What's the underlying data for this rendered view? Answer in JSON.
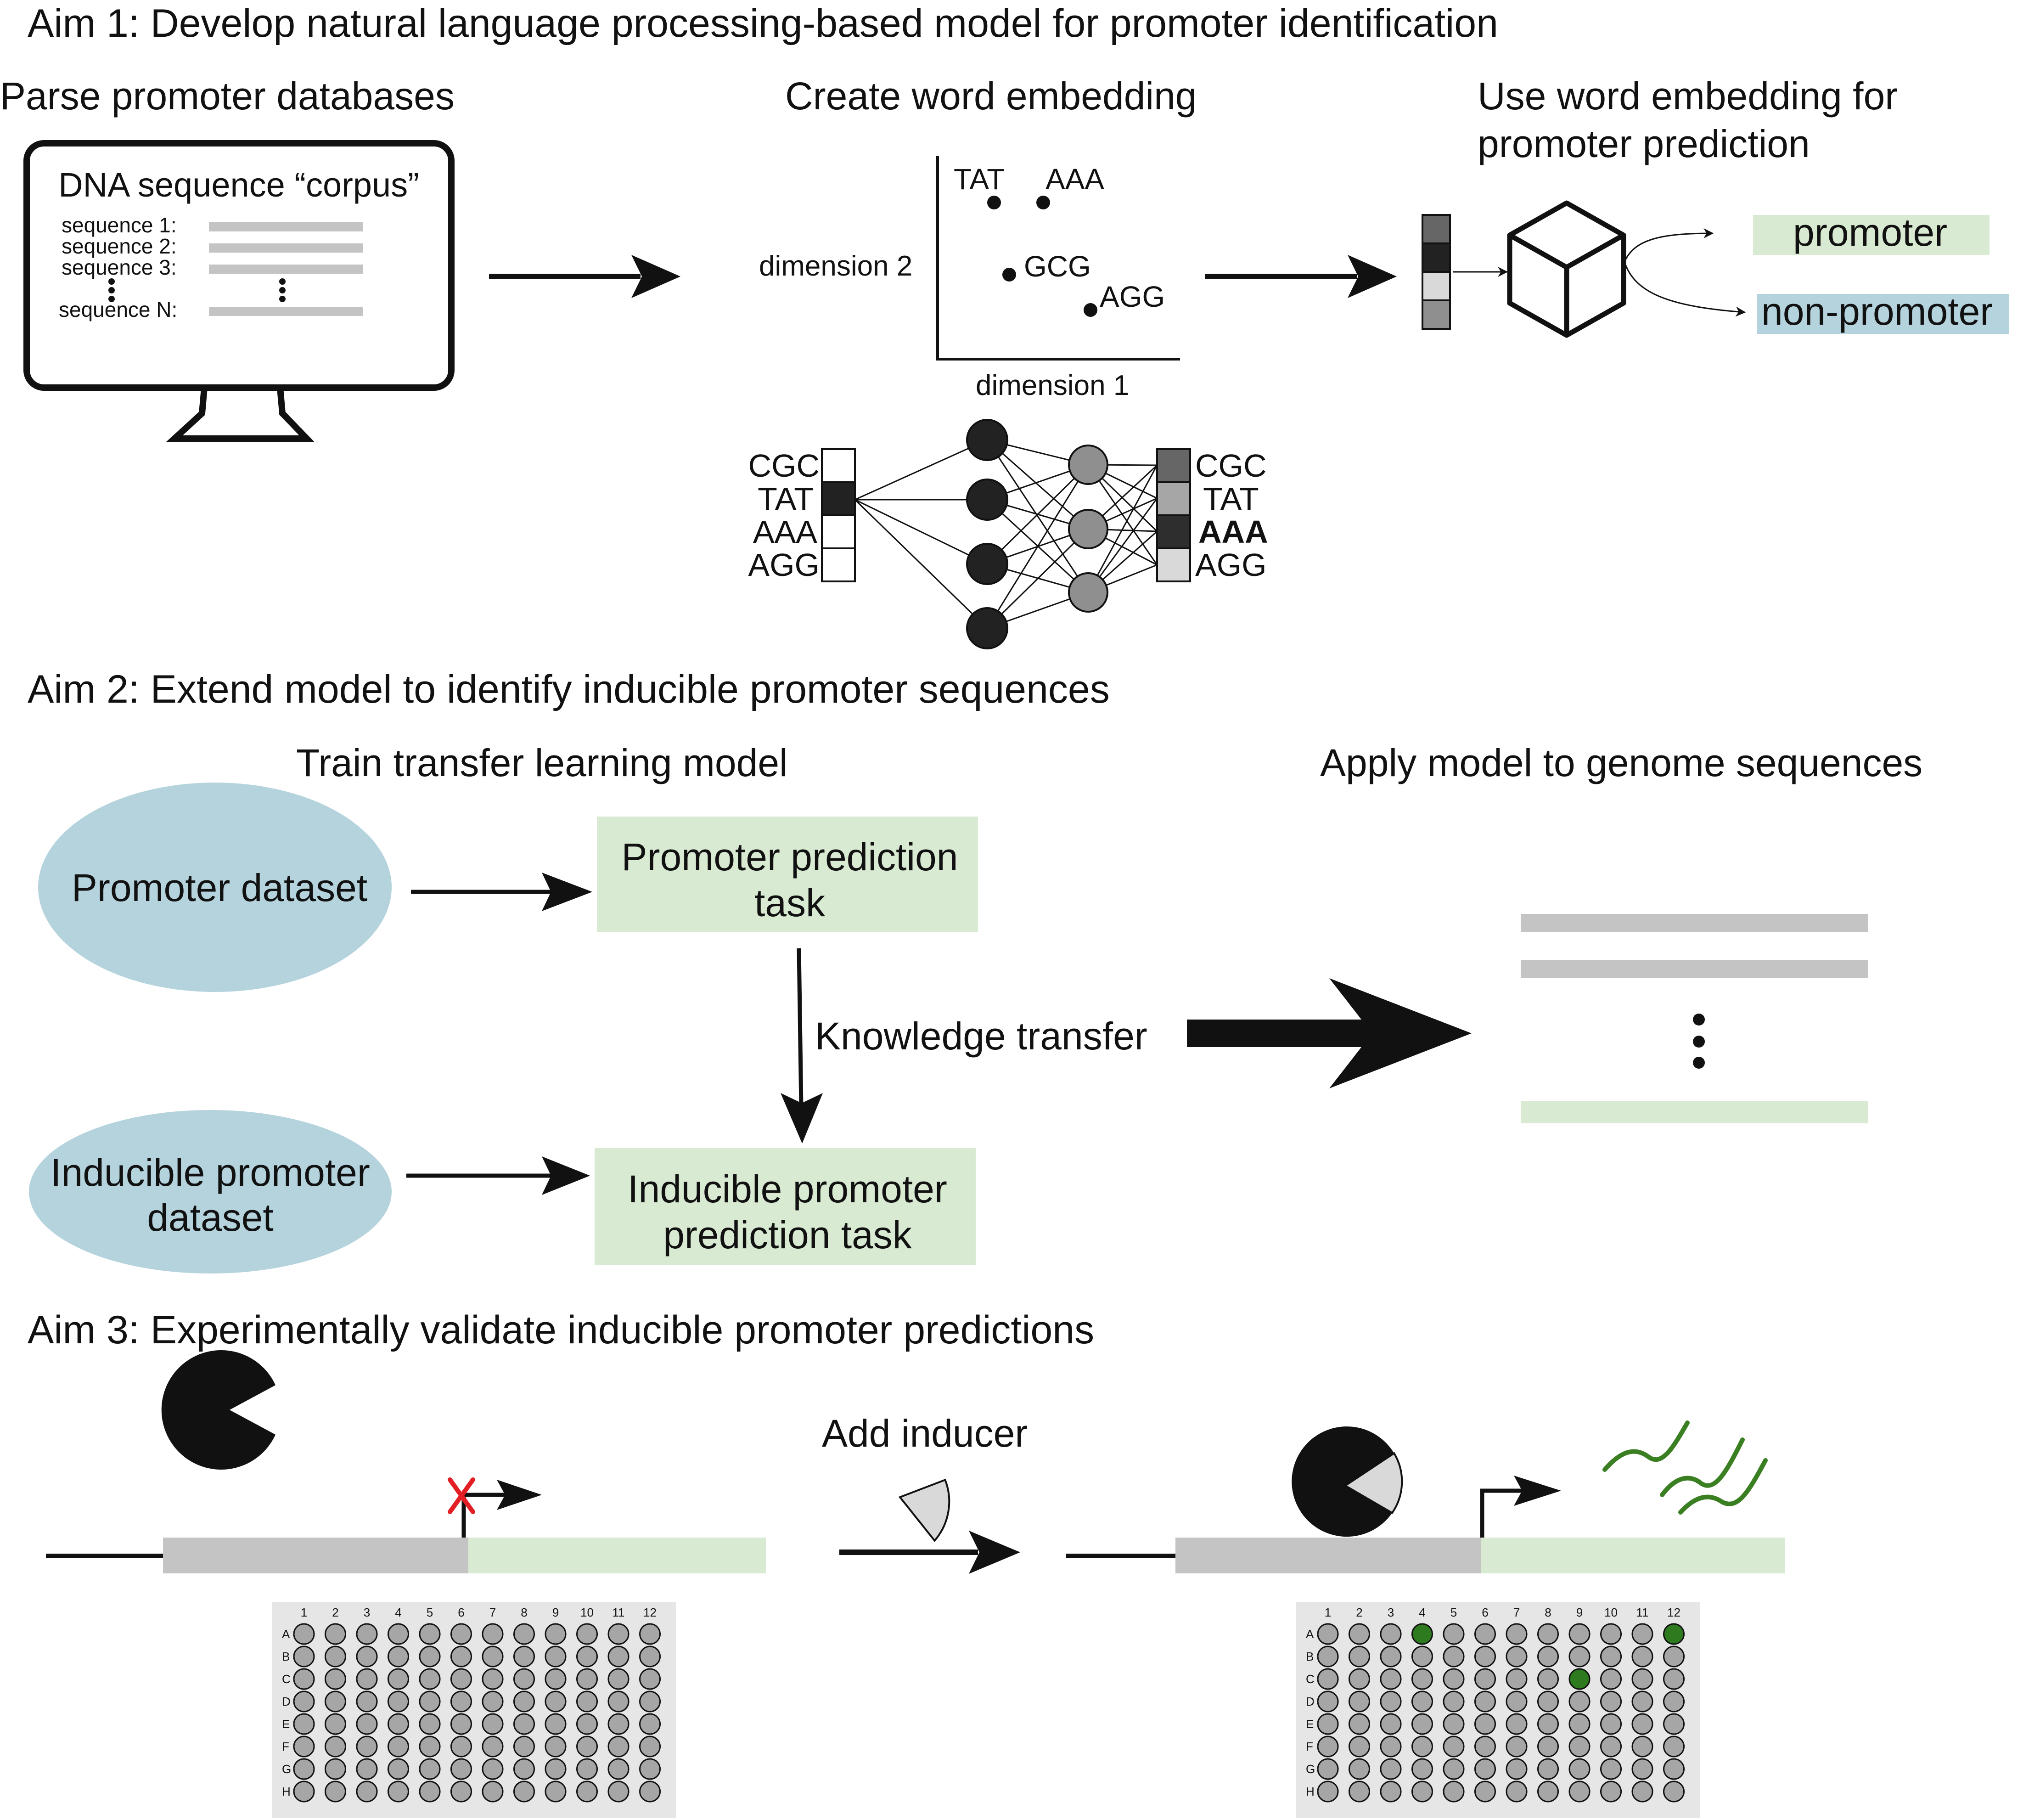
{
  "aim1": {
    "title": "Aim 1: Develop natural language processing-based model for promoter identification",
    "parse_title": "Parse promoter databases",
    "screen_heading": "DNA sequence “corpus”",
    "seq_labels": [
      "sequence 1:",
      "sequence 2:",
      "sequence 3:",
      "sequence N:"
    ],
    "embed_title": "Create word embedding",
    "dim2": "dimension 2",
    "dim1": "dimension 1",
    "points": [
      "TAT",
      "AAA",
      "GCG",
      "AGG"
    ],
    "nn_inputs": [
      "CGC",
      "TAT",
      "AAA",
      "AGG"
    ],
    "nn_outputs": [
      "CGC",
      "TAT",
      "AAA",
      "AGG"
    ],
    "use_title_1": "Use word embedding for",
    "use_title_2": "promoter prediction",
    "out_promoter": "promoter",
    "out_nonpromoter": "non-promoter"
  },
  "aim2": {
    "title": "Aim 2: Extend model to identify inducible promoter sequences",
    "train_title": "Train transfer learning model",
    "apply_title": "Apply model to genome sequences",
    "promoter_dataset": "Promoter dataset",
    "task1_l1": "Promoter prediction",
    "task1_l2": "task",
    "knowledge": "Knowledge transfer",
    "inducible_l1": "Inducible promoter",
    "inducible_l2": "dataset",
    "task2_l1": "Inducible promoter",
    "task2_l2": "prediction task"
  },
  "aim3": {
    "title": "Aim 3: Experimentally validate inducible promoter predictions",
    "add_inducer": "Add inducer",
    "plate_cols": [
      "1",
      "2",
      "3",
      "4",
      "5",
      "6",
      "7",
      "8",
      "9",
      "10",
      "11",
      "12"
    ],
    "plate_rows": [
      "A",
      "B",
      "C",
      "D",
      "E",
      "F",
      "G",
      "H"
    ],
    "induced_wells": [
      "A4",
      "A12",
      "C9"
    ]
  },
  "colors": {
    "promoter_green": "#d9ead3",
    "dataset_blue": "#b4d3dd",
    "seq_gray": "#c4c4c4",
    "well_gray": "#a6a6a6",
    "well_green": "#2d7a1f",
    "plate_bg": "#e6e6e6",
    "mrna_green": "#3b7f23",
    "x_red": "#e31e24"
  }
}
